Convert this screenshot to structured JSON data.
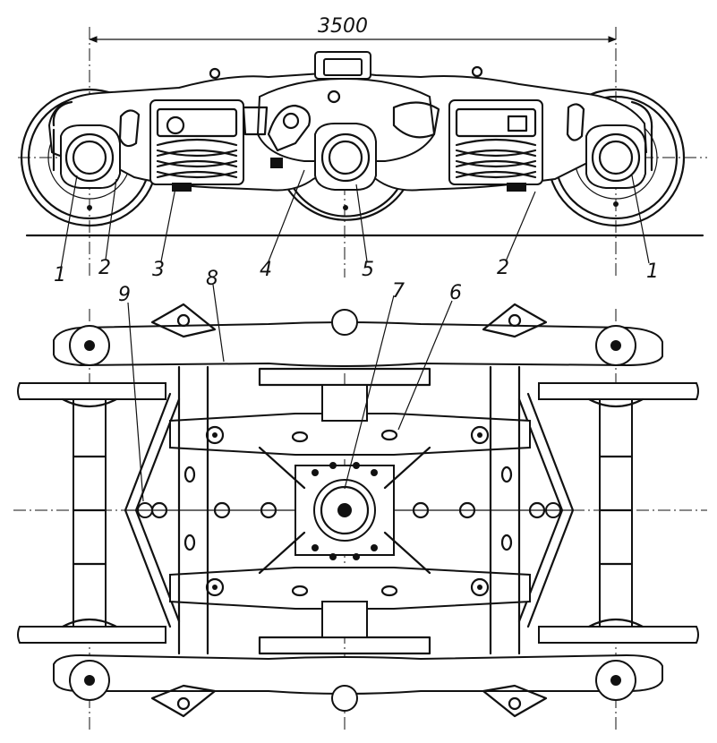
{
  "dimension": {
    "text": "3500"
  },
  "part_labels": {
    "axle_box_left": "1",
    "axle_box_right": "1",
    "side_frame_left": "2",
    "side_frame_right": "2",
    "spring_set": "3",
    "bolster_end": "4",
    "center_box": "5",
    "bolster_top": "6",
    "center_plate": "7",
    "brake_beam": "8",
    "brake_link": "9"
  }
}
